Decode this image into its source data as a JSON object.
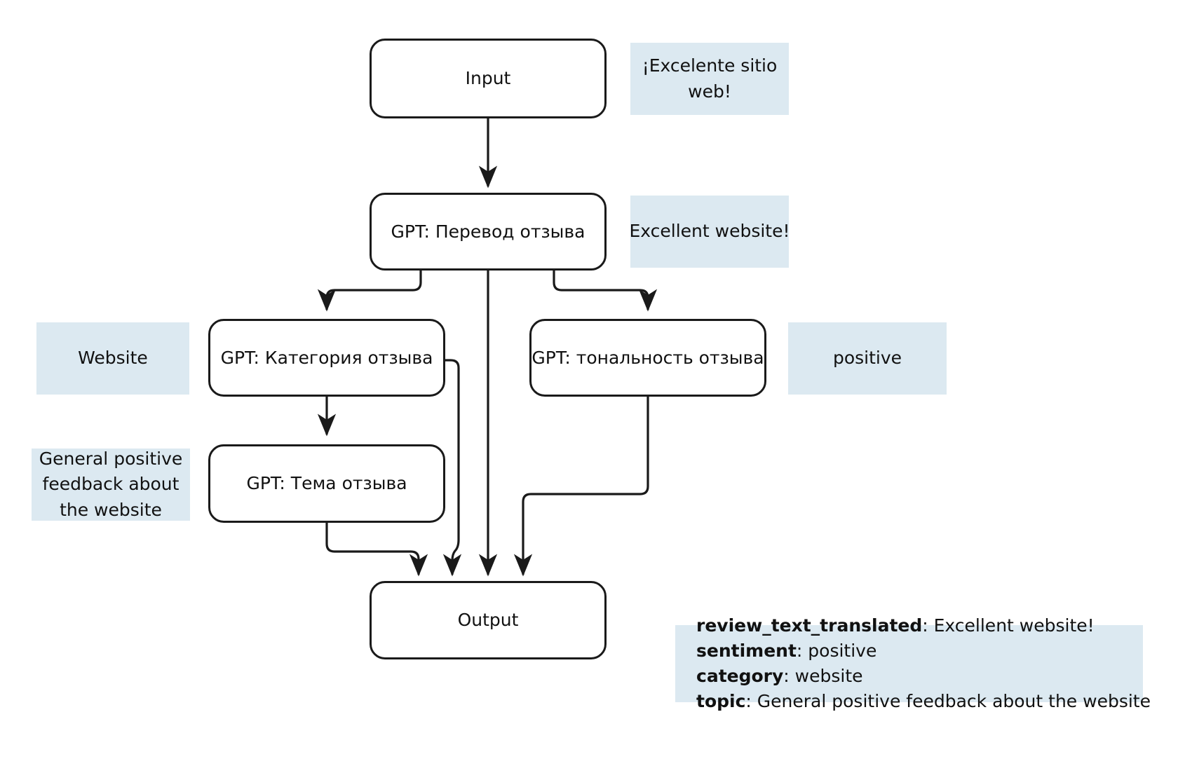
{
  "diagram": {
    "title": "GPT review-processing pipeline",
    "background_color": "#ffffff",
    "node_border_color": "#1a1a1a",
    "note_background_color": "#dce9f1",
    "text_color": "#111111",
    "nodes": [
      {
        "id": "input",
        "label": "Input"
      },
      {
        "id": "translate",
        "label": "GPT: Перевод отзыва"
      },
      {
        "id": "category",
        "label": "GPT: Категория отзыва"
      },
      {
        "id": "sentiment",
        "label": "GPT: тональность отзыва"
      },
      {
        "id": "topic",
        "label": "GPT: Тема отзыва"
      },
      {
        "id": "output",
        "label": "Output"
      }
    ],
    "notes": [
      {
        "id": "note-input",
        "lines": [
          "¡Excelente sitio",
          "web!"
        ]
      },
      {
        "id": "note-translate",
        "lines": [
          "Excellent website!"
        ]
      },
      {
        "id": "note-category",
        "lines": [
          "Website"
        ]
      },
      {
        "id": "note-sentiment",
        "lines": [
          "positive"
        ]
      },
      {
        "id": "note-topic",
        "lines": [
          "General positive",
          "feedback about",
          "the website"
        ]
      }
    ],
    "output_note": {
      "id": "note-output",
      "rows": [
        {
          "key": "review_text_translated",
          "value": "Excellent website!"
        },
        {
          "key": "sentiment",
          "value": "positive"
        },
        {
          "key": "category",
          "value": "website"
        },
        {
          "key": "topic",
          "value": "General positive feedback about the website"
        }
      ]
    },
    "edges": [
      {
        "from": "input",
        "to": "translate"
      },
      {
        "from": "translate",
        "to": "category"
      },
      {
        "from": "translate",
        "to": "sentiment"
      },
      {
        "from": "translate",
        "to": "output"
      },
      {
        "from": "category",
        "to": "topic"
      },
      {
        "from": "category",
        "to": "output"
      },
      {
        "from": "sentiment",
        "to": "output"
      },
      {
        "from": "topic",
        "to": "output"
      }
    ]
  }
}
